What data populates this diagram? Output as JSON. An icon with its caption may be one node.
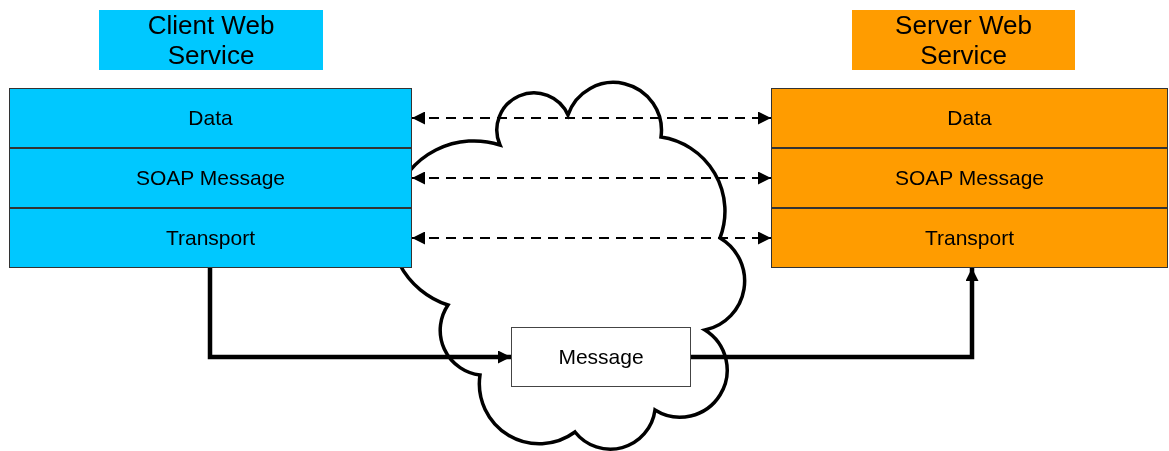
{
  "diagram": {
    "nodes": [
      {
        "text": [
          "Client Web Service"
        ]
      },
      {
        "text": [
          "Data"
        ]
      },
      {
        "text": [
          "SOAP Message"
        ]
      },
      {
        "text": [
          "Transport"
        ]
      },
      {
        "text": [
          "Server Web Service"
        ]
      },
      {
        "text": [
          "Data"
        ]
      },
      {
        "text": [
          "SOAP Message"
        ]
      },
      {
        "text": [
          "Transport"
        ]
      },
      {
        "text": [],
        "shape": "cloud"
      },
      {
        "text": [
          "Message"
        ],
        "in": 8
      }
    ],
    "edges": [
      {
        "from": 1,
        "to": 5,
        "arrow": "both",
        "style": "dashed"
      },
      {
        "from": 2,
        "to": 6,
        "arrow": "both",
        "style": "dashed"
      },
      {
        "from": 3,
        "to": 7,
        "arrow": "both",
        "style": "dashed"
      },
      {
        "from": 3,
        "to": 9,
        "arrow": "to",
        "style": "thick"
      },
      {
        "from": 9,
        "to": 7,
        "arrow": "to",
        "style": "thick"
      }
    ]
  }
}
